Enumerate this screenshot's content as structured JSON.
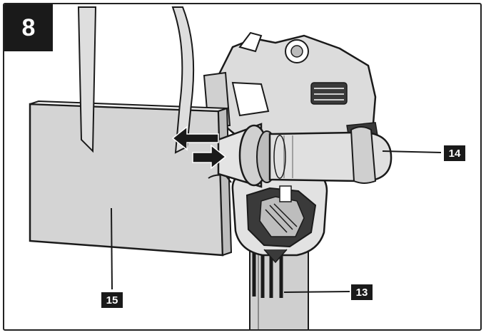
{
  "figure": {
    "number": "8"
  },
  "callouts": [
    {
      "id": "callout-14",
      "label": "14"
    },
    {
      "id": "callout-13",
      "label": "13"
    },
    {
      "id": "callout-15",
      "label": "15"
    }
  ],
  "colors": {
    "ink": "#1a1a1a",
    "shade": "#d6d6d6",
    "light": "#ececec",
    "dark": "#3a3a3a",
    "background": "#ffffff"
  }
}
